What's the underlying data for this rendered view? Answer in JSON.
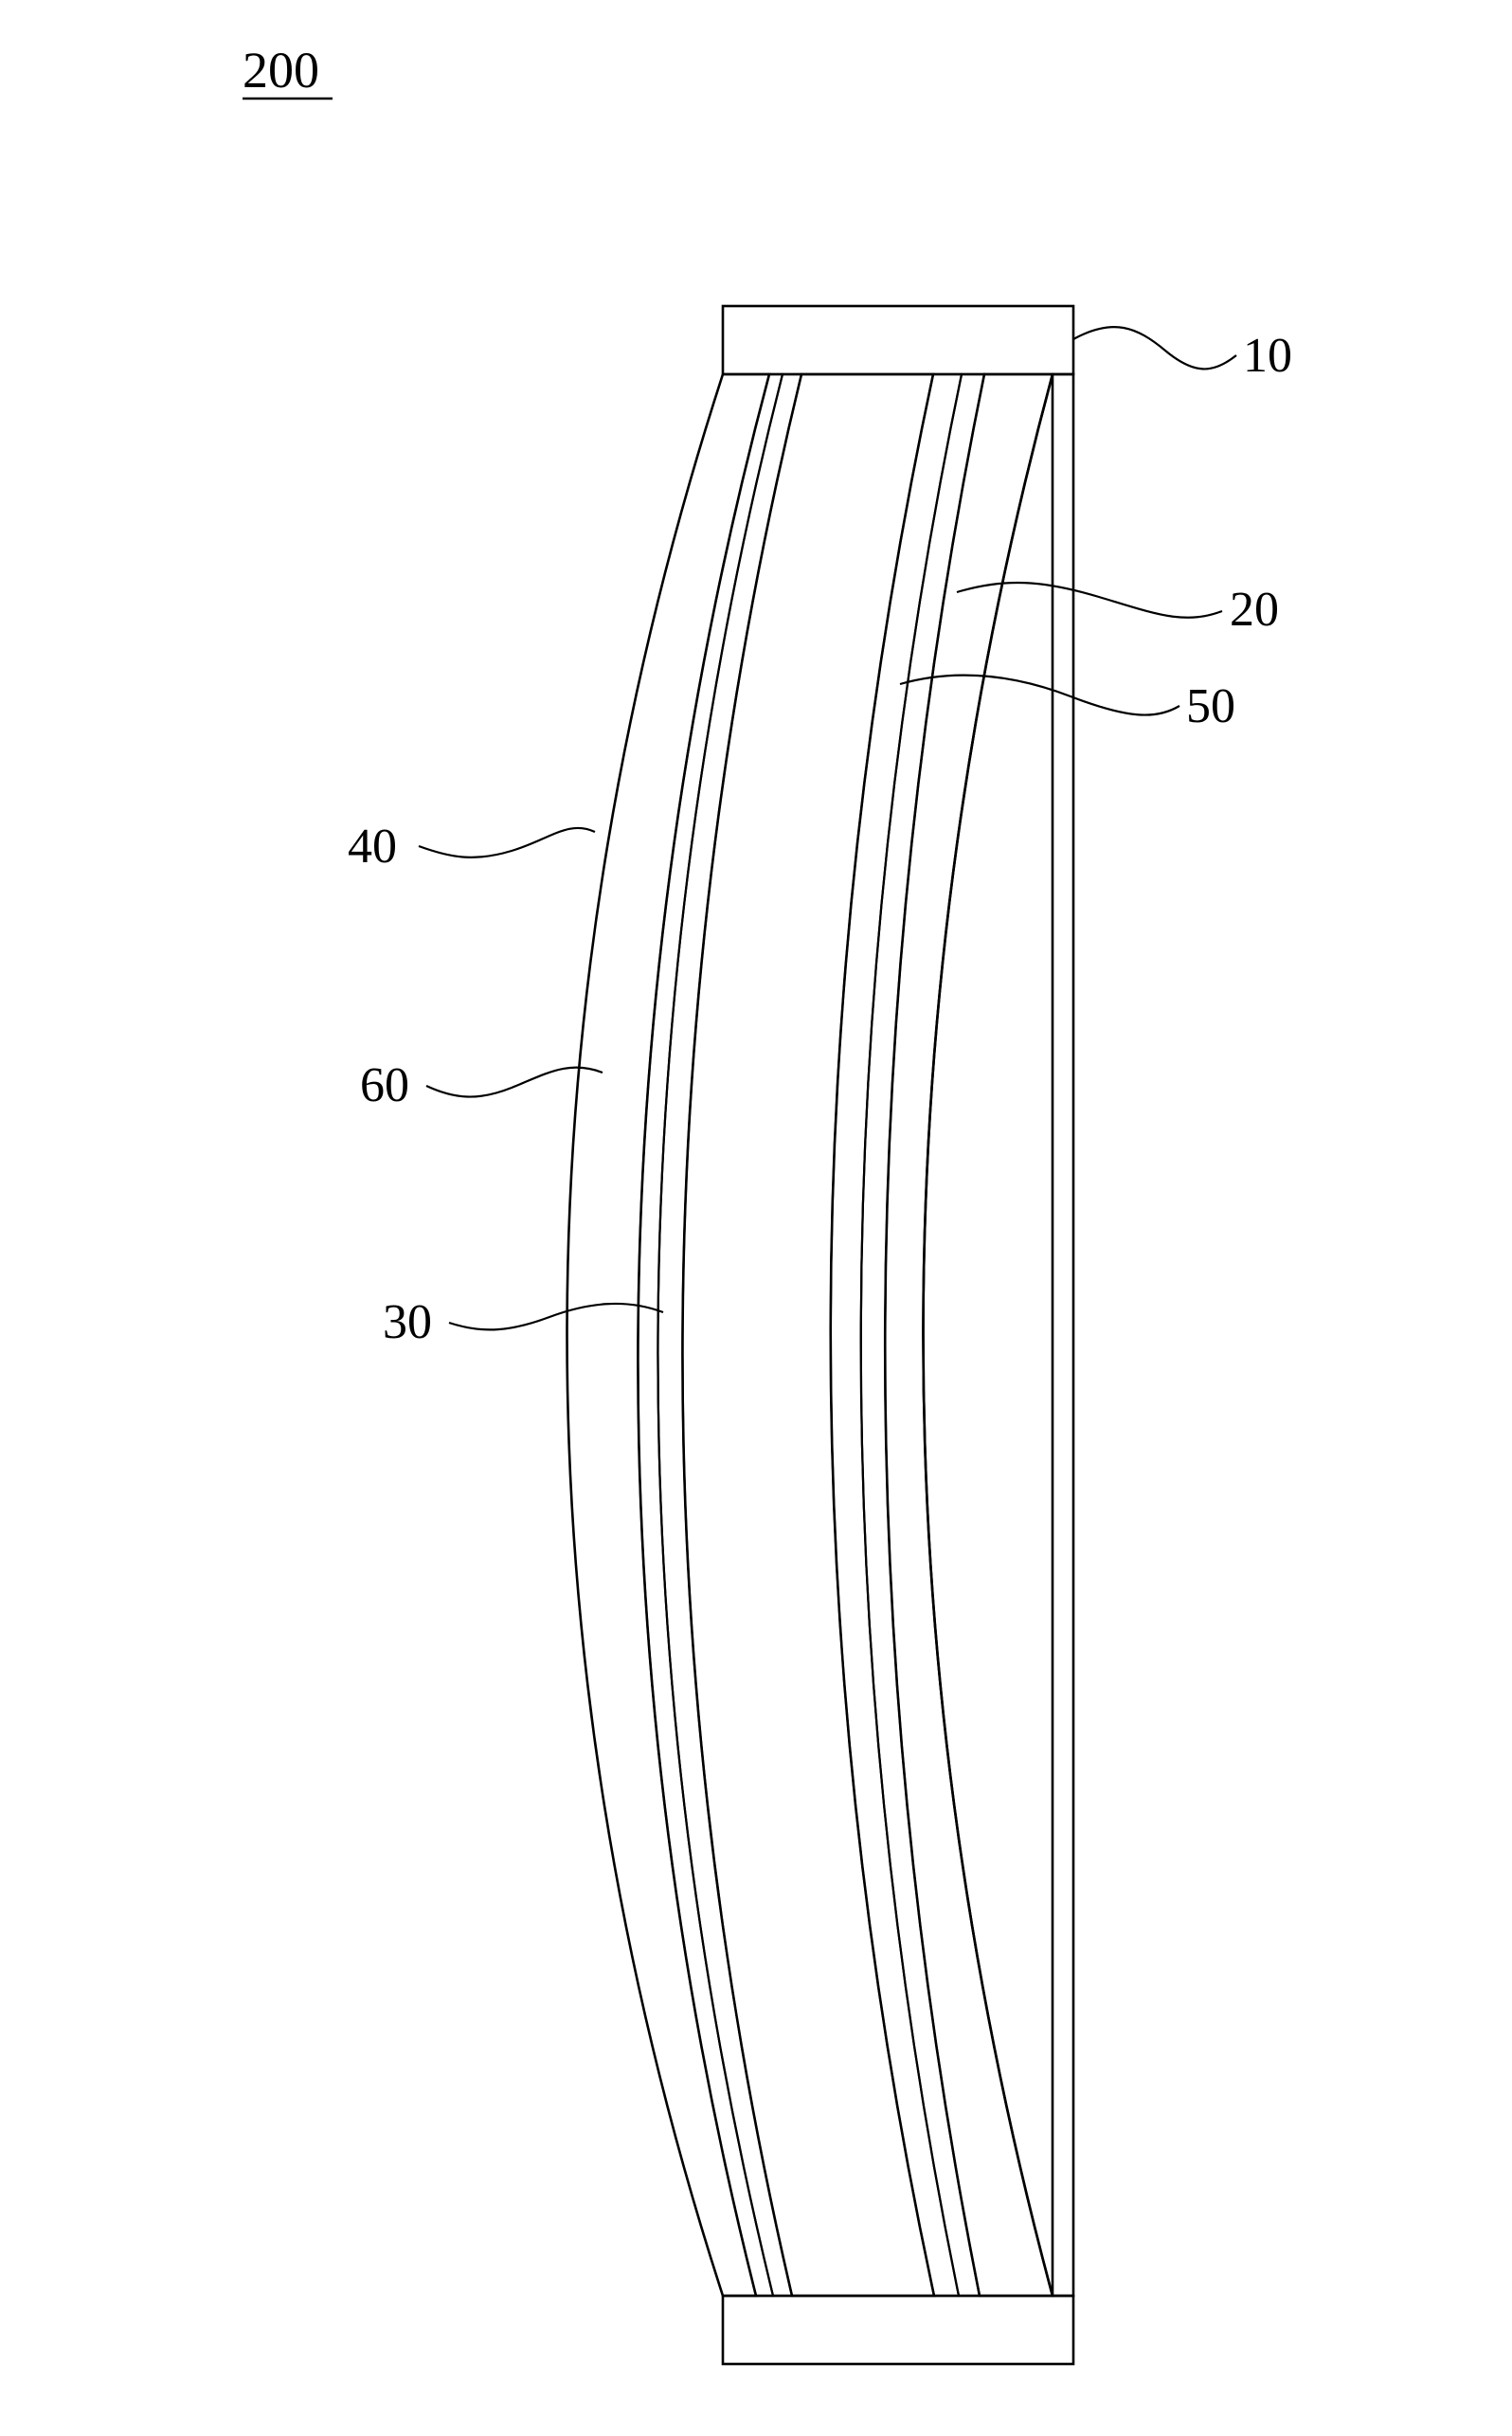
{
  "figure": {
    "number": "200",
    "callouts": {
      "c10": "10",
      "c20": "20",
      "c50": "50",
      "c40": "40",
      "c60": "60",
      "c30": "30"
    }
  },
  "colors": {
    "line": "#000000",
    "background": "#ffffff"
  }
}
